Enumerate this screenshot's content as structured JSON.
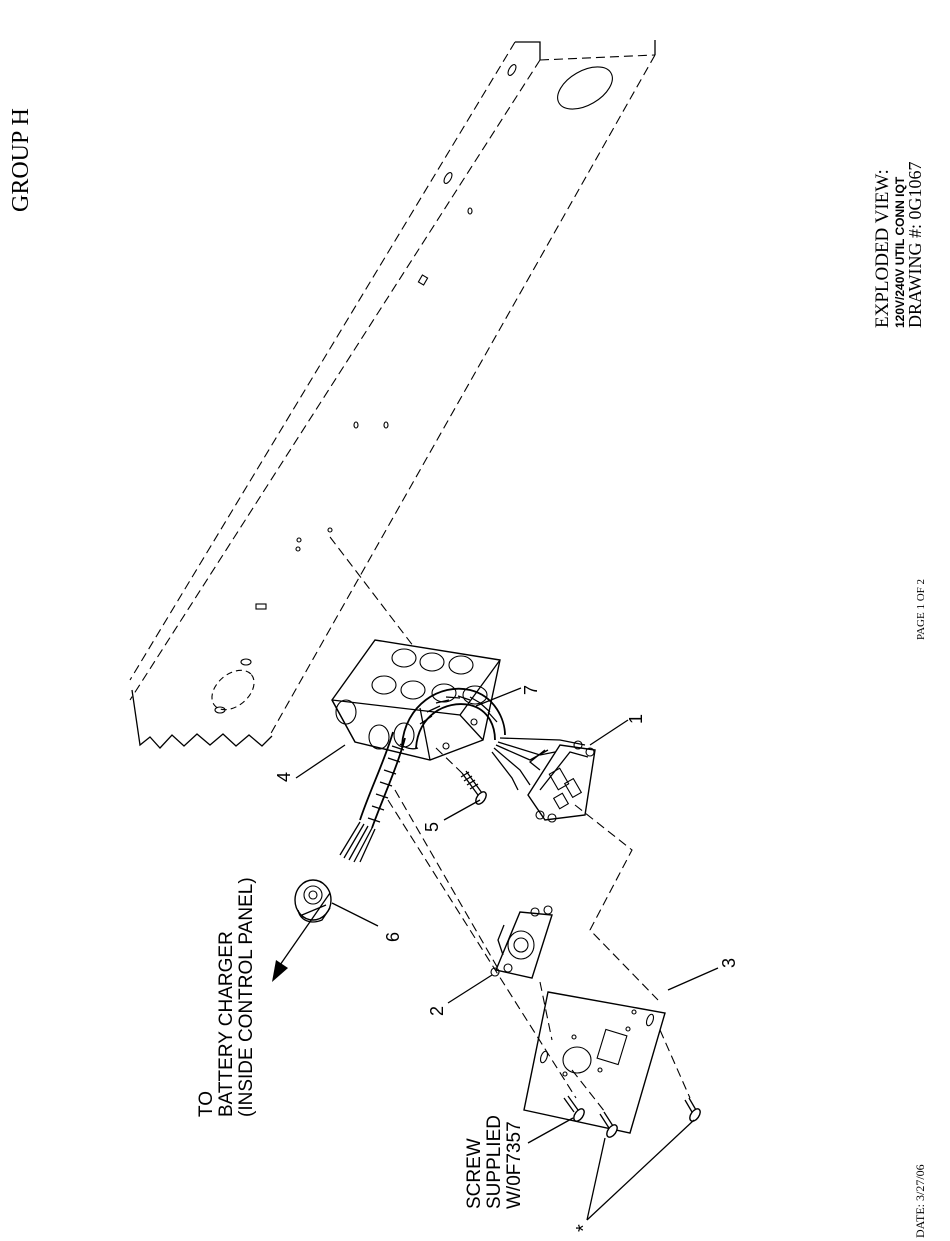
{
  "group_title": "GROUP H",
  "title_block": {
    "line1": "EXPLODED VIEW:",
    "line2": "120V/240V UTIL CONN IQT",
    "line3": "DRAWING #: 0G1067"
  },
  "page_label": "PAGE 1 OF 2",
  "date_label": "DATE: 3/27/06",
  "callouts": {
    "c1": "1",
    "c2": "2",
    "c3": "3",
    "c4": "4",
    "c5": "5",
    "c6": "6",
    "c7": "7",
    "star": "*"
  },
  "notes": {
    "to_line1": "TO",
    "to_line2": "BATTERY CHARGER",
    "to_line3": "(INSIDE CONTROL PANEL)",
    "screw_line1": "SCREW",
    "screw_line2": "SUPPLIED",
    "screw_line3": "W/0F7357"
  }
}
